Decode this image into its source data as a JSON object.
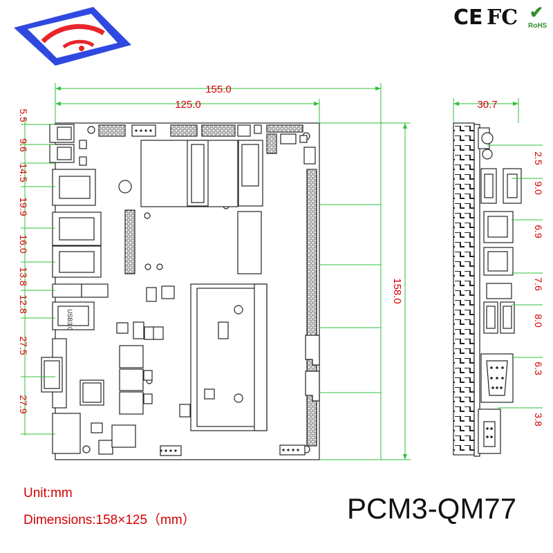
{
  "logo": {
    "primary_color": "#2f49e0",
    "accent_color": "#e8242b"
  },
  "certifications": {
    "ce": "CE",
    "fcc": "FC",
    "rohs": "RoHS"
  },
  "top_view": {
    "width_total": "155.0",
    "width_board": "125.0",
    "height_board": "158.0",
    "left_offsets": [
      "5.5",
      "9.6",
      "14.5",
      "19.9",
      "16.0",
      "13.8",
      "12.8",
      "27.5",
      "27.9"
    ],
    "usb_label": "USB3.0"
  },
  "side_view": {
    "thickness": "30.7",
    "right_offsets": [
      "2.5",
      "9.0",
      "6.9",
      "7.6",
      "8.0",
      "6.3",
      "3.8"
    ]
  },
  "captions": {
    "unit": "Unit:mm",
    "dimensions": "Dimensions:158×125（mm）",
    "model": "PCM3-QM77"
  },
  "colors": {
    "dimension_red": "#d40000",
    "dimension_green": "#2fbf3a",
    "outline": "#222222"
  }
}
